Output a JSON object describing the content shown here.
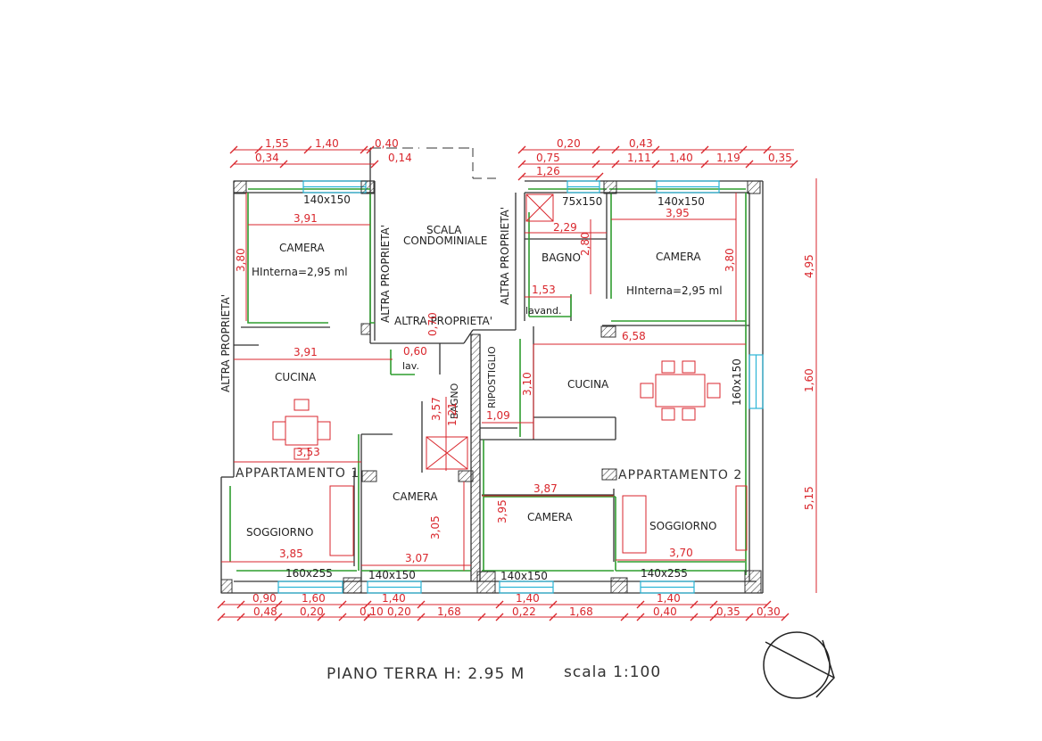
{
  "title": "PIANO TERRA H: 2.95 M",
  "scale": "scala 1:100",
  "rooms": {
    "camera_tl": "CAMERA",
    "hint_tl": "HInterna=2,95 ml",
    "scala": [
      "SCALA",
      "CONDOMINIALE"
    ],
    "altra_top": "ALTRA PROPRIETA'",
    "altra_left": "ALTRA PROPRIETA'",
    "altra_stair_l": "ALTRA PROPRIETA'",
    "altra_stair_r": "ALTRA PROPRIETA'",
    "bagno_r": "BAGNO",
    "camera_tr": "CAMERA",
    "hint_tr": "HInterna=2,95 ml",
    "lavand": "lavand.",
    "cucina_l": "CUCINA",
    "lav": "lav.",
    "bagno_mid": "BAGNO",
    "ripostiglio": "RIPOSTIGLIO",
    "cucina_r": "CUCINA",
    "app1": "APPARTAMENTO 1",
    "app2": "APPARTAMENTO 2",
    "soggiorno_l": "SOGGIORNO",
    "camera_ml": "CAMERA",
    "camera_mr": "CAMERA",
    "soggiorno_r": "SOGGIORNO"
  },
  "windows": {
    "w1": "140x150",
    "w2": "75x150",
    "w3": "140x150",
    "w4": "160x150",
    "w5": "160x255",
    "w6": "140x150",
    "w7": "140x150",
    "w8": "140x255"
  },
  "dims_top": {
    "a": "1,55",
    "b": "1,40",
    "c": "0,40",
    "d": "0,34",
    "e": "0,14",
    "f": "0,20",
    "g": "0,43",
    "h": "0,75",
    "i": "1,11",
    "j": "1,40",
    "k": "1,19",
    "l": "0,35",
    "m": "1,26"
  },
  "dims_inner": {
    "d391a": "3,91",
    "d380a": "3,80",
    "d391b": "3,91",
    "d060": "0,60",
    "d070": "0,70",
    "d229": "2,29",
    "d280": "2,80",
    "d153": "1,53",
    "d395a": "3,95",
    "d380b": "3,80",
    "d658": "6,58",
    "d310": "3,10",
    "d357": "3,57",
    "d121": "1,21",
    "d109": "1,09",
    "d353": "3,53",
    "d387": "3,87",
    "d395b": "3,95",
    "d305": "3,05",
    "d307": "3,07",
    "d385": "3,85",
    "d370": "3,70"
  },
  "dims_right": {
    "r1": "4,95",
    "r2": "1,60",
    "r3": "5,15"
  },
  "dims_bottom": {
    "a": "0,90",
    "b": "1,60",
    "c": "1,40",
    "d": "0,48",
    "e": "0,20",
    "f": "0,10",
    "g": "0,20",
    "h": "1,68",
    "i": "1,40",
    "j": "0,22",
    "k": "1,68",
    "l": "1,40",
    "m": "0,40",
    "n": "0,35",
    "o": "0,30"
  }
}
